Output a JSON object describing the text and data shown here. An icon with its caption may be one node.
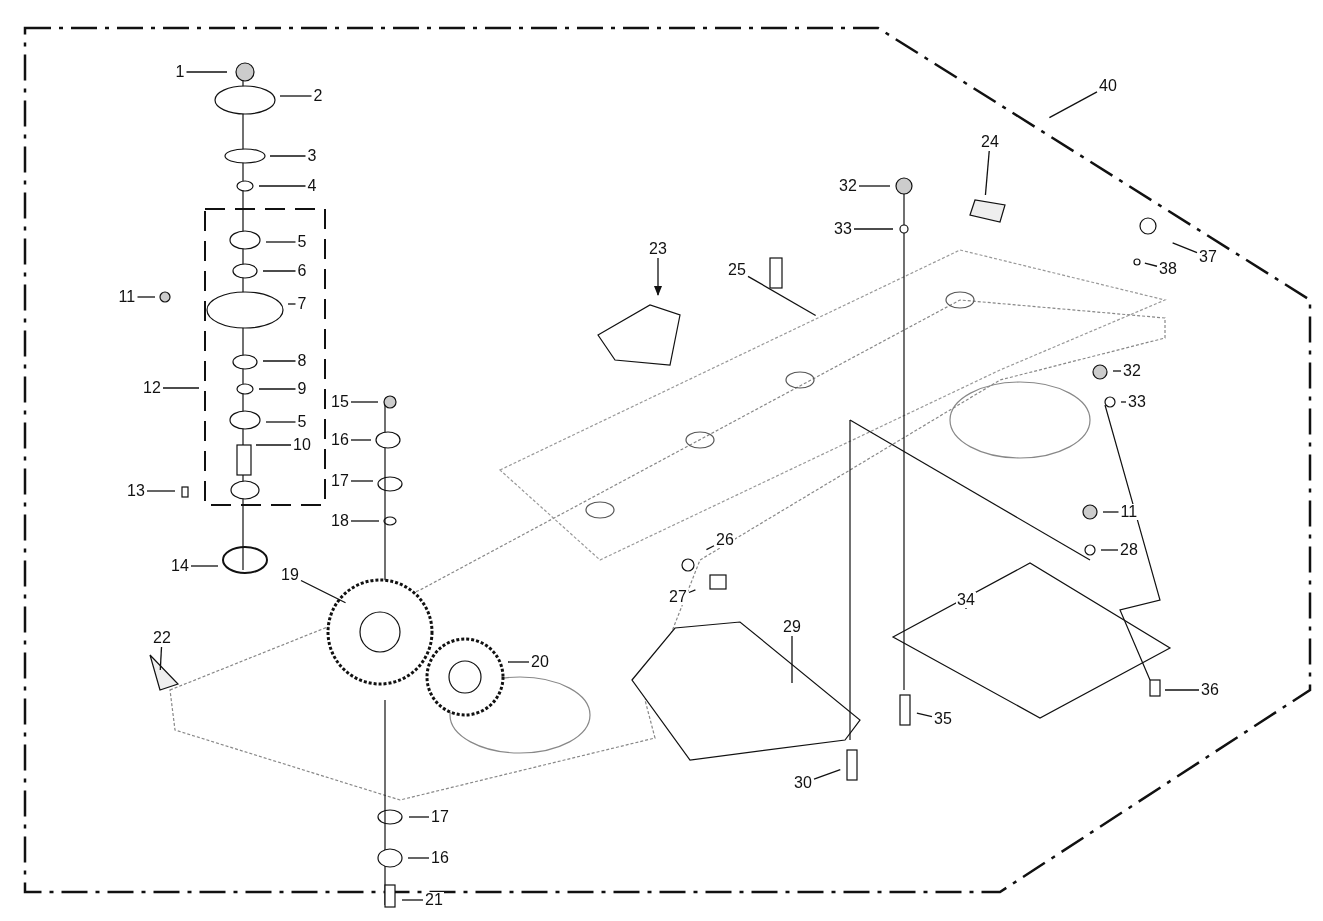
{
  "diagram": {
    "nodes": [
      {
        "text": [
          "1"
        ]
      },
      {
        "text": [
          "2"
        ]
      },
      {
        "text": [
          "3"
        ]
      },
      {
        "text": [
          "4"
        ]
      },
      {
        "text": [
          "5"
        ]
      },
      {
        "text": [
          "6"
        ]
      },
      {
        "text": [
          "11"
        ]
      },
      {
        "text": [
          "7"
        ]
      },
      {
        "text": [
          "8"
        ]
      },
      {
        "text": [
          "12"
        ]
      },
      {
        "text": [
          "9"
        ]
      },
      {
        "text": [
          "15"
        ]
      },
      {
        "text": [
          "5"
        ]
      },
      {
        "text": [
          "16"
        ]
      },
      {
        "text": [
          "10"
        ]
      },
      {
        "text": [
          "17"
        ]
      },
      {
        "text": [
          "13"
        ]
      },
      {
        "text": [
          "18"
        ]
      },
      {
        "text": [
          "14"
        ]
      },
      {
        "text": [
          "19"
        ]
      },
      {
        "text": [
          "22"
        ]
      },
      {
        "text": [
          "20"
        ]
      },
      {
        "text": [
          "40"
        ]
      },
      {
        "text": [
          "24"
        ]
      },
      {
        "text": [
          "32"
        ]
      },
      {
        "text": [
          "37"
        ]
      },
      {
        "text": [
          "33"
        ]
      },
      {
        "text": [
          "23"
        ]
      },
      {
        "text": [
          "38"
        ]
      },
      {
        "text": [
          "25"
        ]
      },
      {
        "text": [
          "32"
        ]
      },
      {
        "text": [
          "33"
        ]
      },
      {
        "text": [
          "11"
        ]
      },
      {
        "text": [
          "26"
        ]
      },
      {
        "text": [
          "28"
        ]
      },
      {
        "text": [
          "27"
        ]
      },
      {
        "text": [
          "34"
        ]
      },
      {
        "text": [
          "29"
        ]
      },
      {
        "text": [
          "36"
        ]
      },
      {
        "text": [
          "35"
        ]
      },
      {
        "text": [
          "30"
        ]
      },
      {
        "text": [
          "17"
        ]
      },
      {
        "text": [
          "16"
        ]
      },
      {
        "text": [
          "21"
        ]
      }
    ],
    "edges": [
      {
        "from": 0,
        "to": null,
        "arrow": "none"
      },
      {
        "from": 1,
        "to": null,
        "arrow": "none"
      },
      {
        "from": 2,
        "to": null,
        "arrow": "none"
      },
      {
        "from": 3,
        "to": null,
        "arrow": "none"
      },
      {
        "from": 4,
        "to": null,
        "arrow": "none"
      },
      {
        "from": 5,
        "to": null,
        "arrow": "none"
      },
      {
        "from": 6,
        "to": null,
        "arrow": "none"
      },
      {
        "from": 7,
        "to": null,
        "arrow": "none"
      },
      {
        "from": 8,
        "to": null,
        "arrow": "none"
      },
      {
        "from": 9,
        "to": null,
        "arrow": "none"
      },
      {
        "from": 10,
        "to": null,
        "arrow": "none"
      },
      {
        "from": 11,
        "to": null,
        "arrow": "none"
      },
      {
        "from": 12,
        "to": null,
        "arrow": "none"
      },
      {
        "from": 13,
        "to": null,
        "arrow": "none"
      },
      {
        "from": 14,
        "to": null,
        "arrow": "none"
      },
      {
        "from": 15,
        "to": null,
        "arrow": "none"
      },
      {
        "from": 16,
        "to": null,
        "arrow": "none"
      },
      {
        "from": 17,
        "to": null,
        "arrow": "none"
      },
      {
        "from": 18,
        "to": null,
        "arrow": "none"
      },
      {
        "from": 19,
        "to": null,
        "arrow": "none"
      },
      {
        "from": 20,
        "to": null,
        "arrow": "none"
      },
      {
        "from": 21,
        "to": null,
        "arrow": "none"
      },
      {
        "from": 22,
        "to": null,
        "arrow": "none"
      },
      {
        "from": 23,
        "to": null,
        "arrow": "none"
      },
      {
        "from": 24,
        "to": null,
        "arrow": "none"
      },
      {
        "from": 25,
        "to": null,
        "arrow": "none"
      },
      {
        "from": 26,
        "to": null,
        "arrow": "none"
      },
      {
        "from": 27,
        "to": null,
        "arrow": "to"
      },
      {
        "from": 28,
        "to": null,
        "arrow": "none"
      },
      {
        "from": 29,
        "to": null,
        "arrow": "none"
      },
      {
        "from": 30,
        "to": null,
        "arrow": "none"
      },
      {
        "from": 31,
        "to": null,
        "arrow": "none"
      },
      {
        "from": 32,
        "to": null,
        "arrow": "none"
      },
      {
        "from": 33,
        "to": null,
        "arrow": "none"
      },
      {
        "from": 34,
        "to": null,
        "arrow": "none"
      },
      {
        "from": 35,
        "to": null,
        "arrow": "none"
      },
      {
        "from": 36,
        "to": null,
        "arrow": "none"
      },
      {
        "from": 37,
        "to": null,
        "arrow": "none"
      },
      {
        "from": 38,
        "to": null,
        "arrow": "none"
      },
      {
        "from": 39,
        "to": null,
        "arrow": "none"
      },
      {
        "from": 40,
        "to": null,
        "arrow": "none"
      },
      {
        "from": 41,
        "to": null,
        "arrow": "none"
      },
      {
        "from": 42,
        "to": null,
        "arrow": "none"
      },
      {
        "from": 43,
        "to": null,
        "arrow": "none"
      }
    ]
  }
}
